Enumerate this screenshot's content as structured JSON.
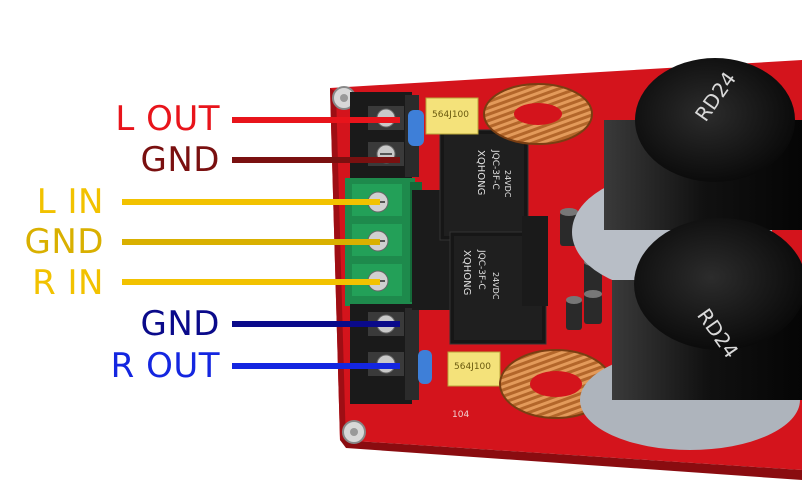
{
  "labels": {
    "l_out": {
      "text": "L OUT",
      "color": "#e8141b"
    },
    "gnd_1": {
      "text": "GND",
      "color": "#7a1010"
    },
    "l_in": {
      "text": "L IN",
      "color": "#f2c200"
    },
    "gnd_2": {
      "text": "GND",
      "color": "#d9b000"
    },
    "r_in": {
      "text": "R IN",
      "color": "#f2c200"
    },
    "gnd_3": {
      "text": "GND",
      "color": "#0a0a8a"
    },
    "r_out": {
      "text": "R OUT",
      "color": "#1426e0"
    }
  },
  "board": {
    "capacitor_text": "RD24",
    "relay_brand": "XQHONG",
    "relay_model": "JQC-3F-C",
    "relay_coil": "24VDC",
    "film_cap_text": "564J100",
    "small_text_1": "104",
    "pcb_color": "#d4141c",
    "terminal_green": "#1e8a4c"
  }
}
